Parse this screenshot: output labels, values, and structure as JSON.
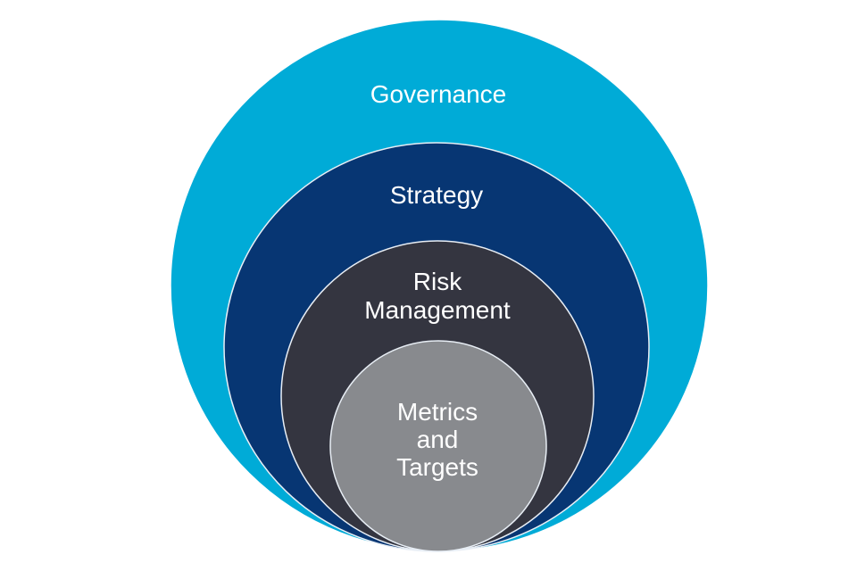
{
  "diagram": {
    "layers": [
      {
        "id": "governance",
        "lines": [
          "Governance"
        ],
        "color": "#00abd7"
      },
      {
        "id": "strategy",
        "lines": [
          "Strategy"
        ],
        "color": "#073673"
      },
      {
        "id": "risk-management",
        "lines": [
          "Risk",
          "Management"
        ],
        "color": "#343540"
      },
      {
        "id": "metrics-and-targets",
        "lines": [
          "Metrics",
          "and",
          "Targets"
        ],
        "color": "#888a8e"
      }
    ]
  }
}
